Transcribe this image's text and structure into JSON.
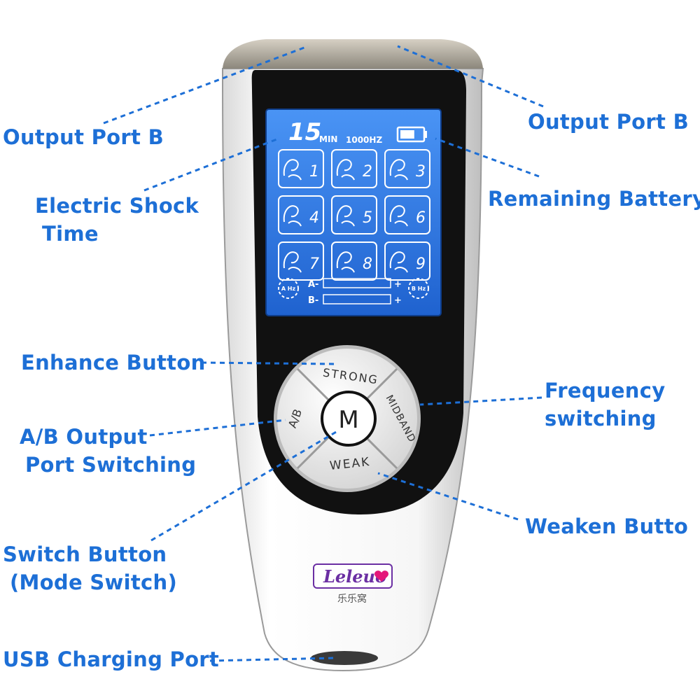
{
  "colors": {
    "annotation": "#1d6fd6",
    "lcd_background": "#2f7de8",
    "device_body": "#f7f7f7",
    "device_face": "#111111"
  },
  "annotations": {
    "output_port_left": "Output Port B",
    "output_port_right": "Output Port B",
    "shock_time_line1": "Electric Shock",
    "shock_time_line2": "Time",
    "remaining_battery": "Remaining Battery",
    "enhance_button": "Enhance Button",
    "frequency_line1": "Frequency",
    "frequency_line2": "switching",
    "ab_switch_line1": "A/B Output",
    "ab_switch_line2": "Port Switching",
    "weaken_button": "Weaken Butto",
    "mode_switch_line1": "Switch Button",
    "mode_switch_line2": "(Mode Switch)",
    "usb_port": "USB Charging Port"
  },
  "lcd": {
    "timer_value": "15",
    "timer_unit": "MIN",
    "frequency": "1000HZ",
    "mode_numbers": [
      "1",
      "2",
      "3",
      "4",
      "5",
      "6",
      "7",
      "8",
      "9"
    ],
    "channel_a_label": "A-",
    "channel_b_label": "B-",
    "plus_sign": "+",
    "a_hz": "A Hz",
    "b_hz": "B Hz",
    "battery_level": 0.66
  },
  "buttons": {
    "strong": "STRONG",
    "midband": "MIDBAND",
    "weak": "WEAK",
    "ab": "A/B",
    "mode": "M"
  },
  "brand": {
    "logo": "Leleuo",
    "chinese_name": "乐乐窝"
  }
}
